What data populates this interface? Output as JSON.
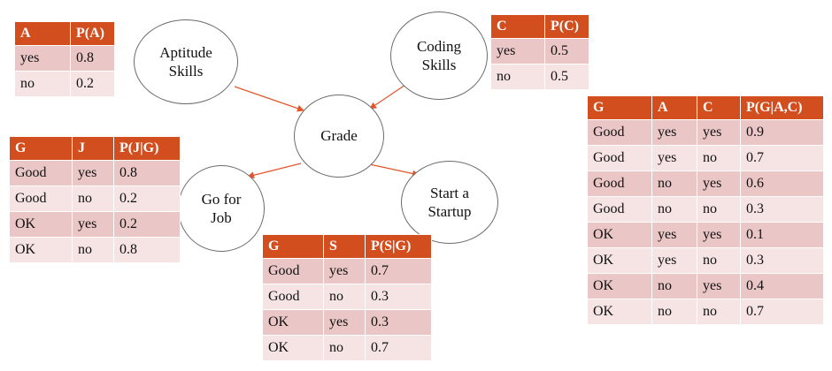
{
  "nodes": {
    "aptitude": "Aptitude\nSkills",
    "coding": "Coding\nSkills",
    "grade": "Grade",
    "job": "Go for\nJob",
    "startup": "Start a\nStartup"
  },
  "tables": {
    "a": {
      "headers": [
        "A",
        "P(A)"
      ],
      "rows": [
        [
          "yes",
          "0.8"
        ],
        [
          "no",
          "0.2"
        ]
      ]
    },
    "c": {
      "headers": [
        "C",
        "P(C)"
      ],
      "rows": [
        [
          "yes",
          "0.5"
        ],
        [
          "no",
          "0.5"
        ]
      ]
    },
    "j": {
      "headers": [
        "G",
        "J",
        "P(J|G)"
      ],
      "rows": [
        [
          "Good",
          "yes",
          "0.8"
        ],
        [
          "Good",
          "no",
          "0.2"
        ],
        [
          "OK",
          "yes",
          "0.2"
        ],
        [
          "OK",
          "no",
          "0.8"
        ]
      ]
    },
    "s": {
      "headers": [
        "G",
        "S",
        "P(S|G)"
      ],
      "rows": [
        [
          "Good",
          "yes",
          "0.7"
        ],
        [
          "Good",
          "no",
          "0.3"
        ],
        [
          "OK",
          "yes",
          "0.3"
        ],
        [
          "OK",
          "no",
          "0.7"
        ]
      ]
    },
    "g": {
      "headers": [
        "G",
        "A",
        "C",
        "P(G|A,C)"
      ],
      "rows": [
        [
          "Good",
          "yes",
          "yes",
          "0.9"
        ],
        [
          "Good",
          "yes",
          "no",
          "0.7"
        ],
        [
          "Good",
          "no",
          "yes",
          "0.6"
        ],
        [
          "Good",
          "no",
          "no",
          "0.3"
        ],
        [
          "OK",
          "yes",
          "yes",
          "0.1"
        ],
        [
          "OK",
          "yes",
          "no",
          "0.3"
        ],
        [
          "OK",
          "no",
          "yes",
          "0.4"
        ],
        [
          "OK",
          "no",
          "no",
          "0.7"
        ]
      ]
    }
  },
  "colors": {
    "header": "#d24e1e",
    "row_dark": "#eac6c6",
    "row_light": "#f6e4e4",
    "edge": "#e2572a",
    "node_border": "#6b6b6b"
  }
}
